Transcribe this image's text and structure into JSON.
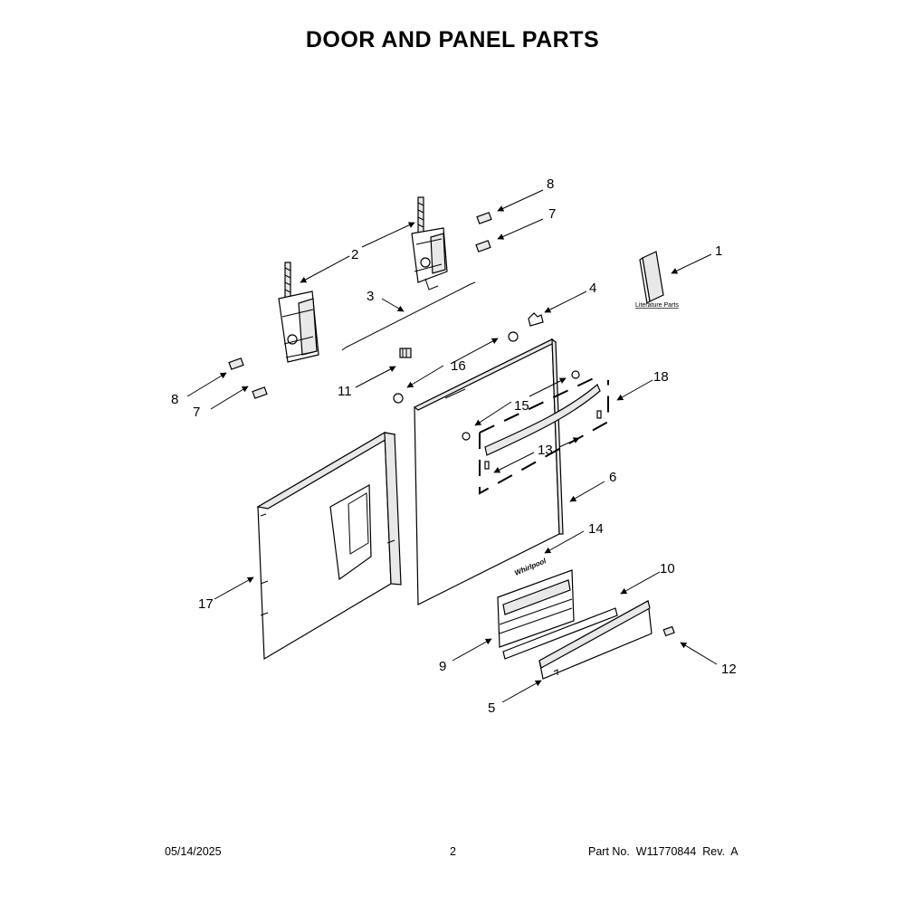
{
  "title": "DOOR AND PANEL PARTS",
  "literature_label": "Literature Parts",
  "logo_text": "Whirlpool",
  "callouts": {
    "c1": "1",
    "c2": "2",
    "c3": "3",
    "c4": "4",
    "c5": "5",
    "c6": "6",
    "c7a": "7",
    "c7b": "7",
    "c8a": "8",
    "c8b": "8",
    "c9": "9",
    "c10": "10",
    "c11": "11",
    "c12": "12",
    "c13": "13",
    "c14": "14",
    "c15": "15",
    "c16": "16",
    "c17": "17",
    "c18": "18"
  },
  "footer": {
    "date": "05/14/2025",
    "page": "2",
    "part_no": "Part No.  W11770844  Rev.  A"
  }
}
